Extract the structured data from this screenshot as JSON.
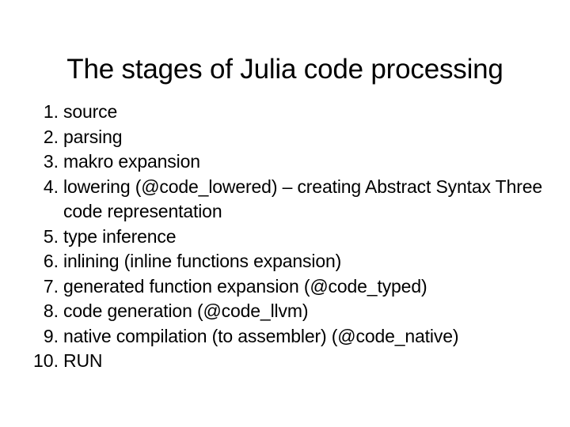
{
  "slide": {
    "title": "The stages of Julia code processing",
    "background_color": "#ffffff",
    "text_color": "#000000",
    "list": {
      "type": "ordered-decimal",
      "items": [
        {
          "number": "1.",
          "text": "source"
        },
        {
          "number": "2.",
          "text": "parsing"
        },
        {
          "number": "3.",
          "text": "makro expansion"
        },
        {
          "number": "4.",
          "text": "lowering (@code_lowered) – creating Abstract Syntax Three code representation"
        },
        {
          "number": "5.",
          "text": "type inference"
        },
        {
          "number": "6.",
          "text": "inlining (inline functions expansion)"
        },
        {
          "number": "7.",
          "text": "generated function expansion (@code_typed)"
        },
        {
          "number": "8.",
          "text": "code generation (@code_llvm)"
        },
        {
          "number": "9.",
          "text": "native compilation (to assembler) (@code_native)"
        },
        {
          "number": "10.",
          "text": "RUN"
        }
      ]
    }
  }
}
